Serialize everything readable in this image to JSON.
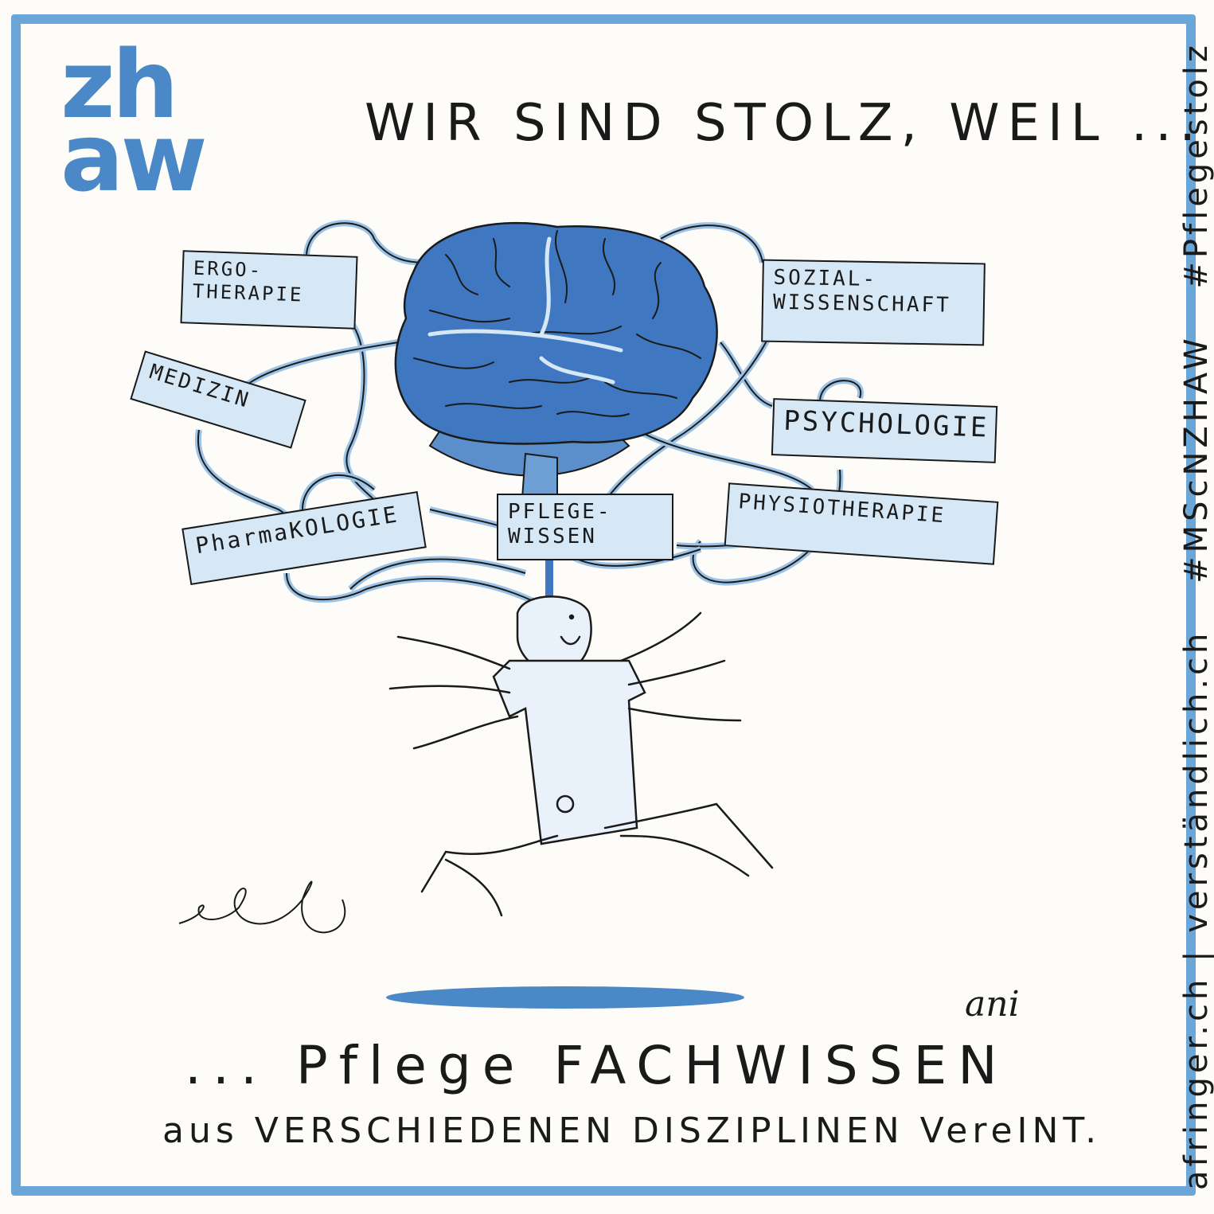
{
  "logo": {
    "line1": "zh",
    "line2": "aw"
  },
  "headline": "WIR SIND STOLZ, WEIL ...",
  "labels": {
    "ergotherapie": "ERGO-\nTHERAPIE",
    "sozialwissenschaft": "SOZIAL-\nWISSENSCHAFT",
    "medizin": "MEDIZIN",
    "psychologie": "PSYCHOLOGIE",
    "pharmakologie": "PharmaKOLOGIE",
    "pflegewissen": "PFLEGE-\nWISSEN",
    "physiotherapie": "PHYSIOTHERAPIE"
  },
  "sidebar": {
    "credit": "afringer.ch | verständlich.ch",
    "hashtag1": "#MScNZHAW",
    "hashtag2": "#Pflegestolz"
  },
  "footer": {
    "line1": "... Pflege FACHWISSEN",
    "line2": "aus VERSCHIEDENEN DISZIPLINEN VereINT."
  },
  "signature": "ani",
  "colors": {
    "frame": "#6aa6d8",
    "brain": "#3f78c0",
    "label_fill": "#d6e7f6",
    "ink": "#1a1a1a"
  }
}
